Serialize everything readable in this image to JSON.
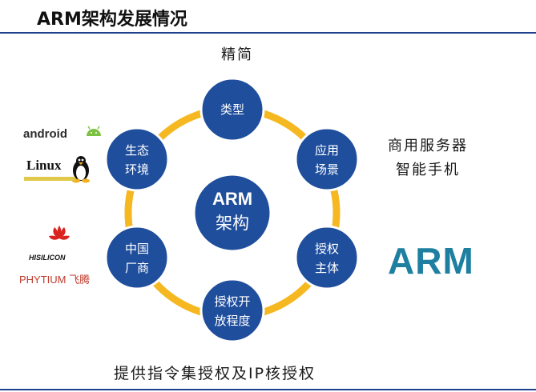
{
  "header": {
    "title": "ARM架构发展情况"
  },
  "diagram": {
    "center": {
      "line1": "ARM",
      "line2": "架构"
    },
    "nodes": [
      {
        "id": "type",
        "lines": [
          "类型"
        ]
      },
      {
        "id": "application",
        "lines": [
          "应用",
          "场景"
        ]
      },
      {
        "id": "licensee",
        "lines": [
          "授权",
          "主体"
        ]
      },
      {
        "id": "licensing",
        "lines": [
          "授权开",
          "放程度"
        ]
      },
      {
        "id": "vendors",
        "lines": [
          "中国",
          "厂商"
        ]
      },
      {
        "id": "ecosystem",
        "lines": [
          "生态",
          "环境"
        ]
      }
    ],
    "colors": {
      "ring": "#f5b820",
      "node": "#1f4e9c",
      "node_border": "#ffffff"
    }
  },
  "captions": {
    "top": "精简",
    "right_line1": "商用服务器",
    "right_line2": "智能手机",
    "bottom": "提供指令集授权及IP核授权"
  },
  "logos": {
    "android": "android",
    "linux": "Linux",
    "hisilicon": "HISILICON",
    "phytium": "PHYTIUM 飞腾",
    "arm": "ARM"
  }
}
